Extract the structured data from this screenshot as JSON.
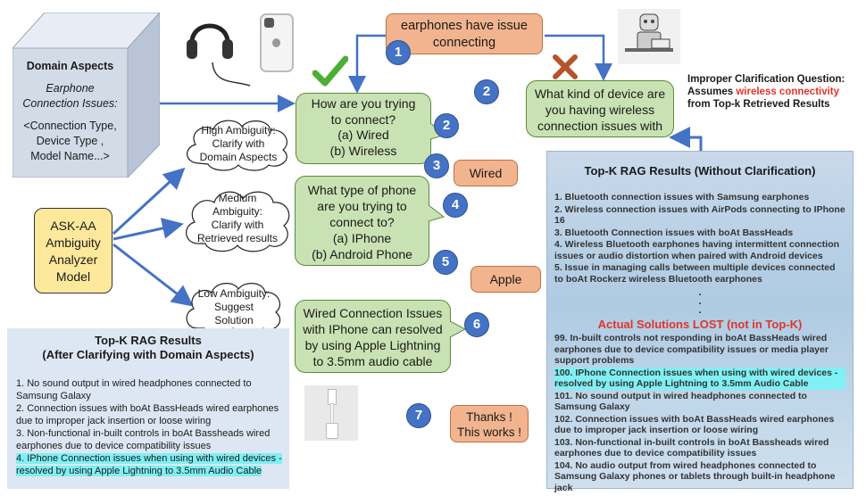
{
  "domain_box": {
    "title": "Domain Aspects",
    "subtitle_l1": "Earphone",
    "subtitle_l2": "Connection Issues:",
    "content_l1": "<Connection Type,",
    "content_l2": "Device Type ,",
    "content_l3": "Model Name...>"
  },
  "analyzer": {
    "l1": "ASK-AA",
    "l2": "Ambiguity",
    "l3": "Analyzer",
    "l4": "Model"
  },
  "clouds": {
    "high": {
      "l1": "High Ambiguity:",
      "l2": "Clarify with",
      "l3": "Domain Aspects"
    },
    "medium": {
      "l1": "Medium",
      "l2": "Ambiguity:",
      "l3": "Clarify with",
      "l4": "Retrieved results"
    },
    "low": {
      "l1": "Low Ambiguity:",
      "l2": "Suggest",
      "l3": "Solution"
    }
  },
  "user_query": {
    "l1": "earphones have issue",
    "l2": "connecting"
  },
  "q1": {
    "l1": "How are you trying",
    "l2": "to connect?",
    "l3": "(a) Wired",
    "l4": "(b) Wireless"
  },
  "q_bad": {
    "l1": "What kind of device are",
    "l2": "you having wireless",
    "l3": "connection issues with"
  },
  "q4": {
    "l1": "What type of phone",
    "l2": "are you trying to",
    "l3": "connect to?",
    "l4": "(a) IPhone",
    "l5": "(b) Android Phone"
  },
  "sol": {
    "l1": "Wired Connection Issues",
    "l2": "with IPhone can resolved",
    "l3": "by using Apple Lightning",
    "l4": "to 3.5mm audio cable"
  },
  "answers": {
    "wired": "Wired",
    "apple": "Apple",
    "thanks_l1": "Thanks !",
    "thanks_l2": "This works !"
  },
  "steps": {
    "s1": "1",
    "s2a": "2",
    "s2b": "2",
    "s3": "3",
    "s4": "4",
    "s5": "5",
    "s6": "6",
    "s7": "7"
  },
  "improper": {
    "l1": "Improper Clarification Question:",
    "l2a": "Assumes ",
    "l2b": "wireless connectivity",
    "l3": "from Top-k Retrieved Results"
  },
  "left_results": {
    "title_l1": "Top-K RAG Results",
    "title_l2": "(After Clarifying with Domain Aspects)",
    "items": [
      "1.   No sound output in wired headphones connected to Samsung Galaxy",
      "2. Connection issues with boAt BassHeads wired earphones due to improper jack insertion or loose wiring",
      "3. Non-functional in-built controls in boAt Bassheads wired earphones due to device compatibility issues",
      "4. IPhone Connection issues when using with wired devices - resolved by using Apple Lightning to 3.5mm Audio Cable"
    ]
  },
  "right_results": {
    "title": "Top-K RAG Results (Without Clarification)",
    "items": [
      "1.   Bluetooth connection issues with Samsung earphones",
      "2.   Wireless connection issues with AirPods connecting to IPhone 16",
      "3.   Bluetooth Connection issues with boAt BassHeads",
      "4.   Wireless Bluetooth earphones having intermittent connection issues or audio distortion when paired with Android devices",
      "5.   Issue in managing calls between multiple devices connected to boAt Rockerz wireless Bluetooth earphones"
    ],
    "dots": ".",
    "lost_title": "Actual Solutions LOST (not in Top-K)",
    "lost_items": [
      "99. In-built controls not responding in boAt BassHeads wired earphones due to device compatibility issues or media player support problems",
      "100. IPhone Connection issues when using with wired devices - resolved by using Apple Lightning to 3.5mm Audio Cable",
      "101. No sound output in wired headphones connected to Samsung Galaxy",
      "102. Connection issues with boAt BassHeads wired earphones due to improper jack insertion or loose wiring",
      "103. Non-functional in-built controls in boAt Bassheads wired earphones due to device compatibility issues",
      "104. No audio output from wired headphones connected to Samsung Galaxy phones or tablets through built-in headphone jack"
    ]
  },
  "colors": {
    "accent_blue": "#4472c4",
    "bubble_green": "#c9e2b3",
    "answer_orange": "#f2b48f",
    "lost_red": "#e0342a",
    "highlight_cyan": "#7ff0f3"
  }
}
